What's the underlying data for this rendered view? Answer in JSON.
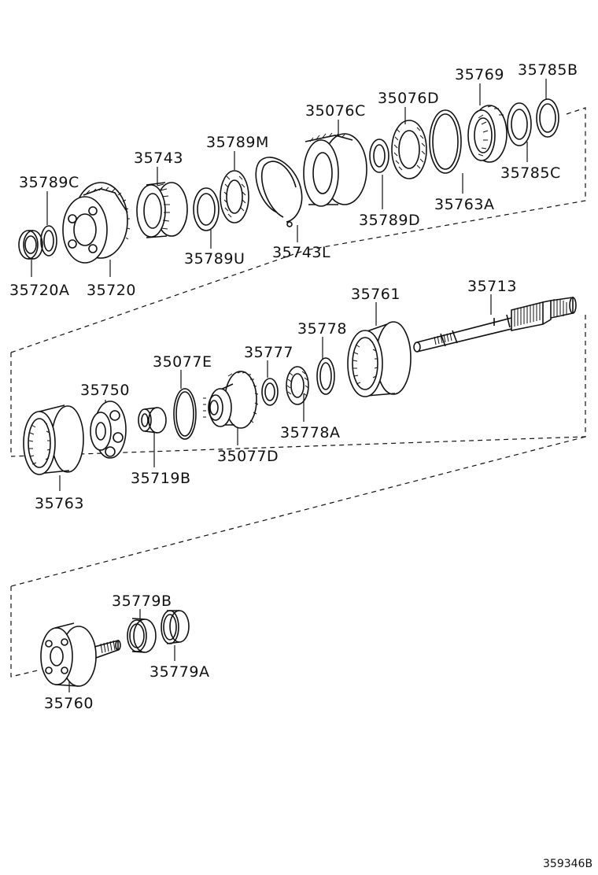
{
  "diagram_code": "359346B",
  "labels": {
    "p35720A": "35720A",
    "p35789C": "35789C",
    "p35720": "35720",
    "p35743": "35743",
    "p35789U": "35789U",
    "p35789M": "35789M",
    "p35743L": "35743L",
    "p35076C": "35076C",
    "p35789D": "35789D",
    "p35076D": "35076D",
    "p35763A": "35763A",
    "p35769": "35769",
    "p35785C": "35785C",
    "p35785B": "35785B",
    "p35763": "35763",
    "p35750": "35750",
    "p35719B": "35719B",
    "p35077E": "35077E",
    "p35077D": "35077D",
    "p35777": "35777",
    "p35778A": "35778A",
    "p35778": "35778",
    "p35761": "35761",
    "p35713": "35713",
    "p35779B": "35779B",
    "p35779A": "35779A",
    "p35760": "35760"
  }
}
